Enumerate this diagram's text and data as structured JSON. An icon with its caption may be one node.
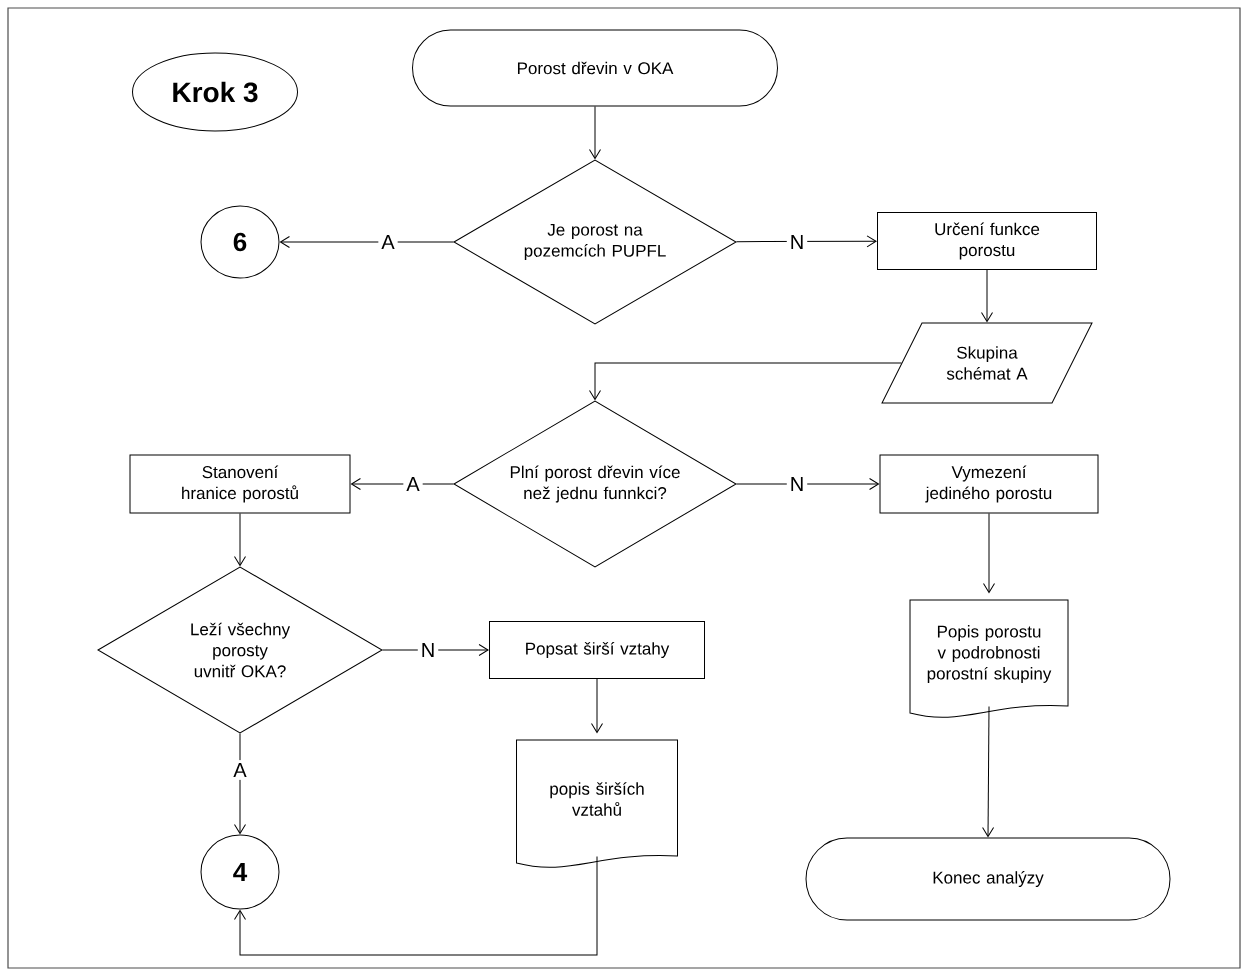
{
  "diagram": {
    "nodes": [
      {
        "text": [
          "Krok 3"
        ]
      },
      {
        "text": [
          "Porost dřevin v OKA"
        ]
      },
      {
        "text": [
          "Je porost na pozemcích PUPFL"
        ]
      },
      {
        "text": [
          "6"
        ]
      },
      {
        "text": [
          "Určení funkce porostu"
        ]
      },
      {
        "text": [
          "Skupina schémat A"
        ]
      },
      {
        "text": [
          "Plní porost dřevin více než jednu funnkci?"
        ]
      },
      {
        "text": [
          "Stanovení hranice porostů"
        ]
      },
      {
        "text": [
          "Vymezení jediného porostu"
        ]
      },
      {
        "text": [
          "Leží všechny porosty uvnitř OKA?"
        ]
      },
      {
        "text": [
          "Popsat širší vztahy"
        ]
      },
      {
        "text": [
          "Popis porostu v podrobnosti porostní skupiny"
        ]
      },
      {
        "text": [
          "popis širších vztahů"
        ]
      },
      {
        "text": [
          "4"
        ]
      },
      {
        "text": [
          "Konec analýzy"
        ]
      }
    ],
    "edges": [
      {
        "from": 1,
        "to": 2,
        "arrow": "to"
      },
      {
        "from": 2,
        "to": 3,
        "arrow": "to",
        "label": "A"
      },
      {
        "from": 2,
        "to": 4,
        "arrow": "to",
        "label": "N"
      },
      {
        "from": 4,
        "to": 5,
        "arrow": "to"
      },
      {
        "from": 5,
        "to": 6,
        "arrow": "to"
      },
      {
        "from": 6,
        "to": 7,
        "arrow": "to",
        "label": "A"
      },
      {
        "from": 6,
        "to": 8,
        "arrow": "to",
        "label": "N"
      },
      {
        "from": 7,
        "to": 9,
        "arrow": "to"
      },
      {
        "from": 9,
        "to": 10,
        "arrow": "to",
        "label": "N"
      },
      {
        "from": 9,
        "to": 13,
        "arrow": "to",
        "label": "A"
      },
      {
        "from": 10,
        "to": 12,
        "arrow": "to"
      },
      {
        "from": 12,
        "to": 13,
        "arrow": "to"
      },
      {
        "from": 8,
        "to": 11,
        "arrow": "to"
      },
      {
        "from": 11,
        "to": 14,
        "arrow": "to"
      }
    ]
  }
}
